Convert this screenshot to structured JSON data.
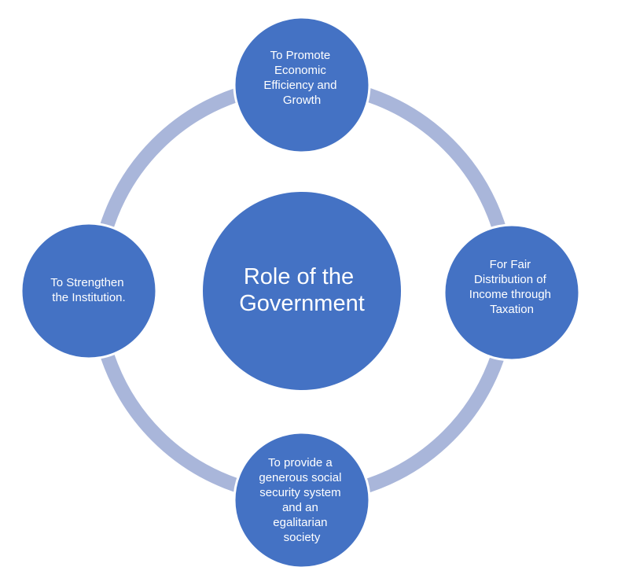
{
  "diagram": {
    "center": [
      "Role of the",
      "Government"
    ],
    "top": [
      "To Promote",
      "Economic",
      "Efficiency and",
      "Growth"
    ],
    "right": [
      "For Fair",
      "Distribution of",
      "Income through",
      "Taxation"
    ],
    "bottom": [
      "To provide a",
      "generous social",
      "security system",
      "and an",
      "egalitarian",
      "society"
    ],
    "left": [
      "To Strengthen",
      "the Institution."
    ]
  },
  "colors": {
    "node_fill": "#4472C4",
    "node_stroke": "#ffffff",
    "ring": "#A9B6DA"
  }
}
